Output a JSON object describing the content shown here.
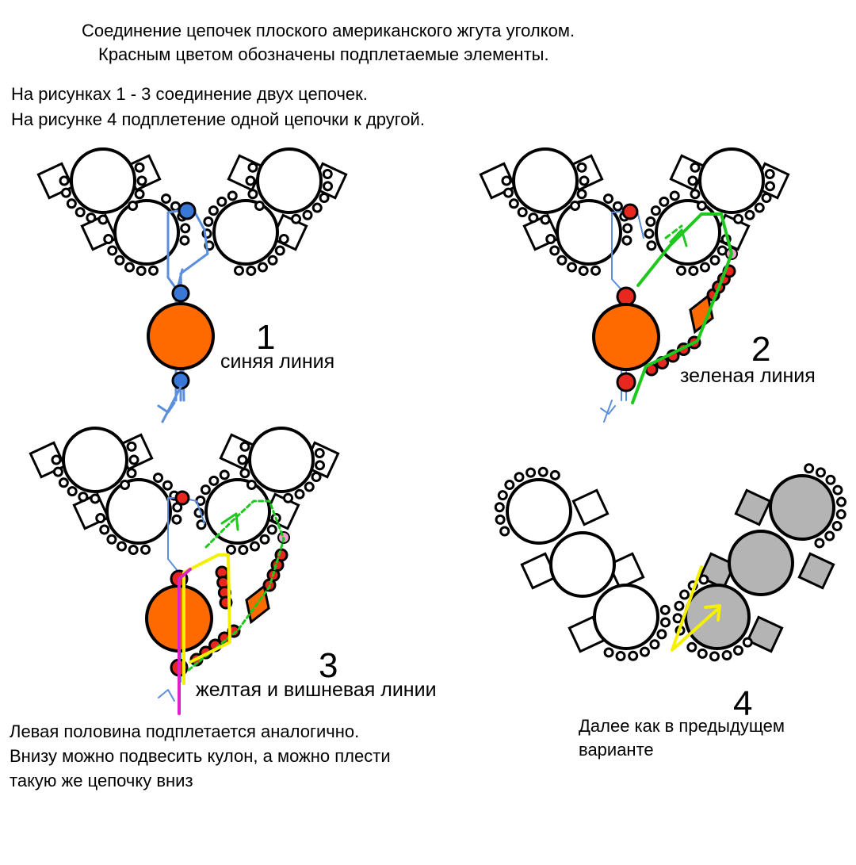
{
  "header": {
    "title_line1": "Соединение цепочек плоского американского жгута уголком.",
    "title_line2": "Красным цветом обозначены подплетаемые элементы.",
    "intro_line1": "На рисунках 1 - 3 соединение двух цепочек.",
    "intro_line2": "На рисунке 4 подплетение одной цепочки к другой."
  },
  "figures": [
    {
      "number": "1",
      "caption": "синяя линия"
    },
    {
      "number": "2",
      "caption": "зеленая линия"
    },
    {
      "number": "3",
      "caption": "желтая и вишневая линии"
    },
    {
      "number": "4",
      "caption_line1": "Далее как в предыдущем",
      "caption_line2": "варианте"
    }
  ],
  "footer": {
    "line1": "Левая половина подплетается аналогично.",
    "line2": "Внизу можно подвесить кулон, а можно плести",
    "line3": "такую же цепочку вниз"
  },
  "colors": {
    "bead_white": "#ffffff",
    "bead_gray": "#b4b4b4",
    "pendant_orange": "#ff6a00",
    "accent_red": "#e8281e",
    "thread_blue": "#5b8fdc",
    "thread_green": "#1ec81e",
    "thread_yellow": "#f5f000",
    "thread_cherry": "#e020c8",
    "outline": "#000000"
  }
}
